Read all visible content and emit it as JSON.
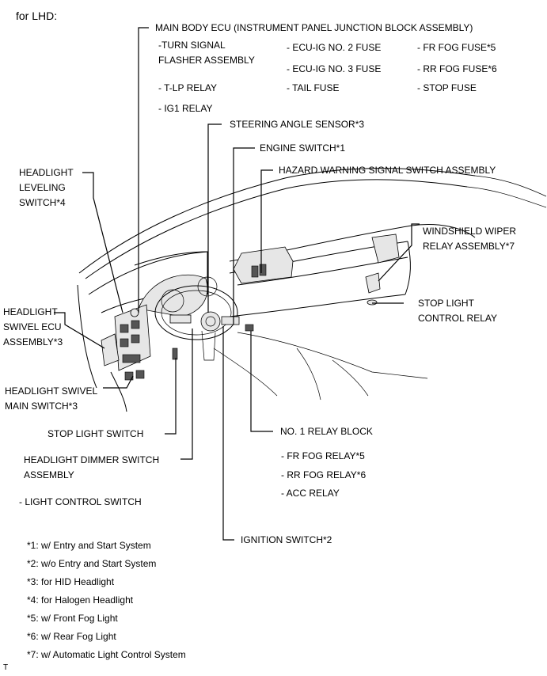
{
  "heading": "for LHD:",
  "labels": {
    "main_body_ecu": "MAIN BODY ECU (INSTRUMENT PANEL JUNCTION BLOCK ASSEMBLY)",
    "steering_angle_sensor": "STEERING ANGLE SENSOR*3",
    "engine_switch": "ENGINE SWITCH*1",
    "hazard_switch": "HAZARD WARNING SIGNAL SWITCH ASSEMBLY",
    "headlight_leveling": "HEADLIGHT\nLEVELING\nSWITCH*4",
    "windshield_wiper_relay": "WINDSHIELD WIPER\nRELAY ASSEMBLY*7",
    "headlight_swivel_ecu": "HEADLIGHT\nSWIVEL ECU\nASSEMBLY*3",
    "stop_light_control_relay": "STOP LIGHT\nCONTROL RELAY",
    "headlight_swivel_main": "HEADLIGHT SWIVEL\nMAIN SWITCH*3",
    "stop_light_switch": "STOP LIGHT SWITCH",
    "no1_relay_block": "NO. 1 RELAY BLOCK",
    "headlight_dimmer": "HEADLIGHT DIMMER SWITCH\nASSEMBLY",
    "ignition_switch": "IGNITION SWITCH*2"
  },
  "main_body_ecu_items": {
    "turn_signal": "-TURN SIGNAL\nFLASHER ASSEMBLY",
    "ecu_ig2": "- ECU-IG NO. 2 FUSE",
    "fr_fog_fuse": "- FR FOG FUSE*5",
    "ecu_ig3": "- ECU-IG NO. 3 FUSE",
    "rr_fog_fuse": "- RR FOG FUSE*6",
    "tlp": "- T-LP RELAY",
    "tail": "- TAIL FUSE",
    "stop_fuse": "- STOP FUSE",
    "ig1": "- IG1 RELAY"
  },
  "relay_block_items": [
    "- FR FOG RELAY*5",
    "- RR FOG RELAY*6",
    "- ACC RELAY"
  ],
  "dimmer_items": [
    "- LIGHT CONTROL SWITCH"
  ],
  "footnotes": [
    "*1: w/ Entry and Start System",
    "*2: w/o Entry and Start System",
    "*3: for HID Headlight",
    "*4: for Halogen Headlight",
    "*5: w/ Front Fog Light",
    "*6: w/ Rear Fog Light",
    "*7: w/ Automatic Light Control System"
  ],
  "corner_mark": "T"
}
